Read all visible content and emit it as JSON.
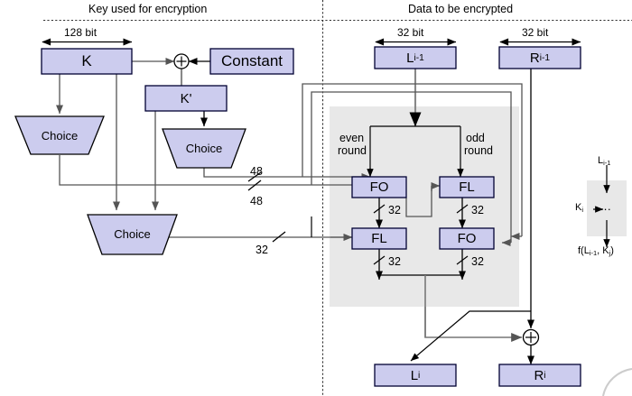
{
  "diagram": {
    "title_left": "Key used for encryption",
    "title_right": "Data to be encrypted",
    "colors": {
      "box_fill": "#ccccee",
      "box_stroke": "#000033",
      "group_fill": "#e8e8e8",
      "wire_dark": "#000000",
      "wire_gray": "#808080",
      "divider": "#444444"
    }
  },
  "dimension_labels": {
    "key_width": "128 bit",
    "left_data_width": "32 bit",
    "right_data_width": "32 bit"
  },
  "key_side": {
    "k_box": "K",
    "constant_box": "Constant",
    "kprime_box": "K'",
    "xor_symbol": "⊕",
    "choice_label": "Choice",
    "choices": [
      {
        "name": "choice-left",
        "label": "Choice"
      },
      {
        "name": "choice-right",
        "label": "Choice"
      },
      {
        "name": "choice-bottom",
        "label": "Choice"
      }
    ],
    "bus_labels": [
      {
        "name": "bus-48-upper",
        "value": "48"
      },
      {
        "name": "bus-48-lower",
        "value": "48"
      },
      {
        "name": "bus-32",
        "value": "32"
      }
    ]
  },
  "data_side": {
    "input_left": "L",
    "input_left_sub": "i-1",
    "input_right": "R",
    "input_right_sub": "i-1",
    "output_left": "L",
    "output_left_sub": "i",
    "output_right": "R",
    "output_right_sub": "i",
    "even_round_label_line1": "even",
    "even_round_label_line2": "round",
    "odd_round_label_line1": "odd",
    "odd_round_label_line2": "round",
    "xor_symbol": "⊕",
    "functions": [
      {
        "name": "fo-even",
        "label": "FO"
      },
      {
        "name": "fl-odd",
        "label": "FL"
      },
      {
        "name": "fl-even",
        "label": "FL"
      },
      {
        "name": "fo-odd",
        "label": "FO"
      }
    ],
    "width_labels": [
      {
        "name": "w-fo-even",
        "value": "32"
      },
      {
        "name": "w-fl-odd",
        "value": "32"
      },
      {
        "name": "w-fl-even",
        "value": "32"
      },
      {
        "name": "w-fo-odd",
        "value": "32"
      }
    ]
  },
  "legend": {
    "input": "L",
    "input_sub": "i-1",
    "key_input": "K",
    "key_input_sub": "i",
    "body": "···",
    "output_prefix": "f(L",
    "output_sub1": "i-1",
    "output_mid": ", K",
    "output_sub2": "j",
    "output_suffix": ")"
  }
}
